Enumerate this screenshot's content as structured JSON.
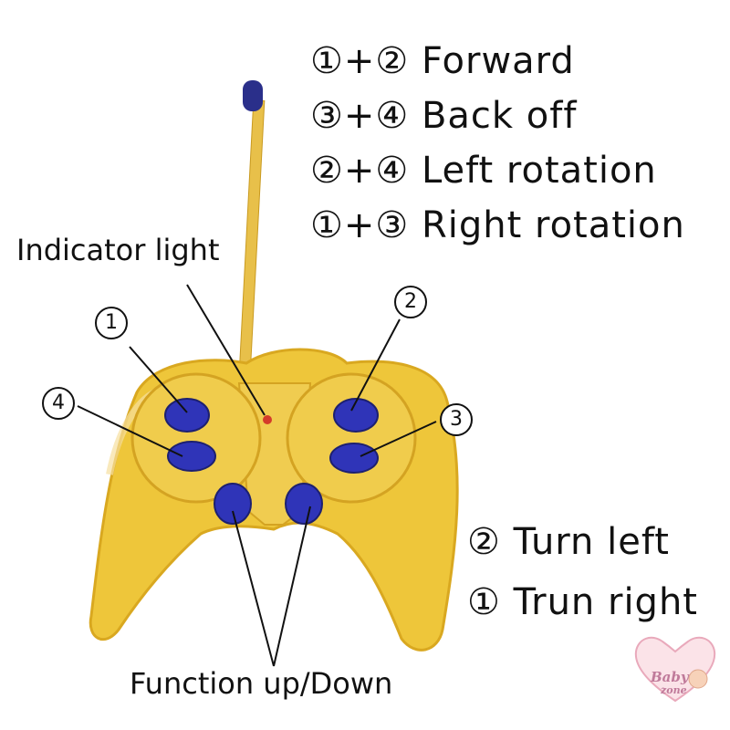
{
  "instructions": [
    {
      "combo": "①+②",
      "action": "Forward"
    },
    {
      "combo": "③+④",
      "action": "Back off"
    },
    {
      "combo": "②+④",
      "action": "Left rotation"
    },
    {
      "combo": "①+③",
      "action": "Right rotation"
    }
  ],
  "labels": {
    "indicator": "Indicator light",
    "function": "Function up/Down"
  },
  "markers": {
    "one": "1",
    "two": "2",
    "three": "3",
    "four": "4"
  },
  "turns": [
    {
      "num": "②",
      "text": "Turn left"
    },
    {
      "num": "①",
      "text": "Trun right"
    }
  ],
  "logo": {
    "line1": "Baby",
    "line2": "zone"
  },
  "colors": {
    "body": "#eec63a",
    "button": "#2f34b8",
    "outline": "#111111"
  }
}
